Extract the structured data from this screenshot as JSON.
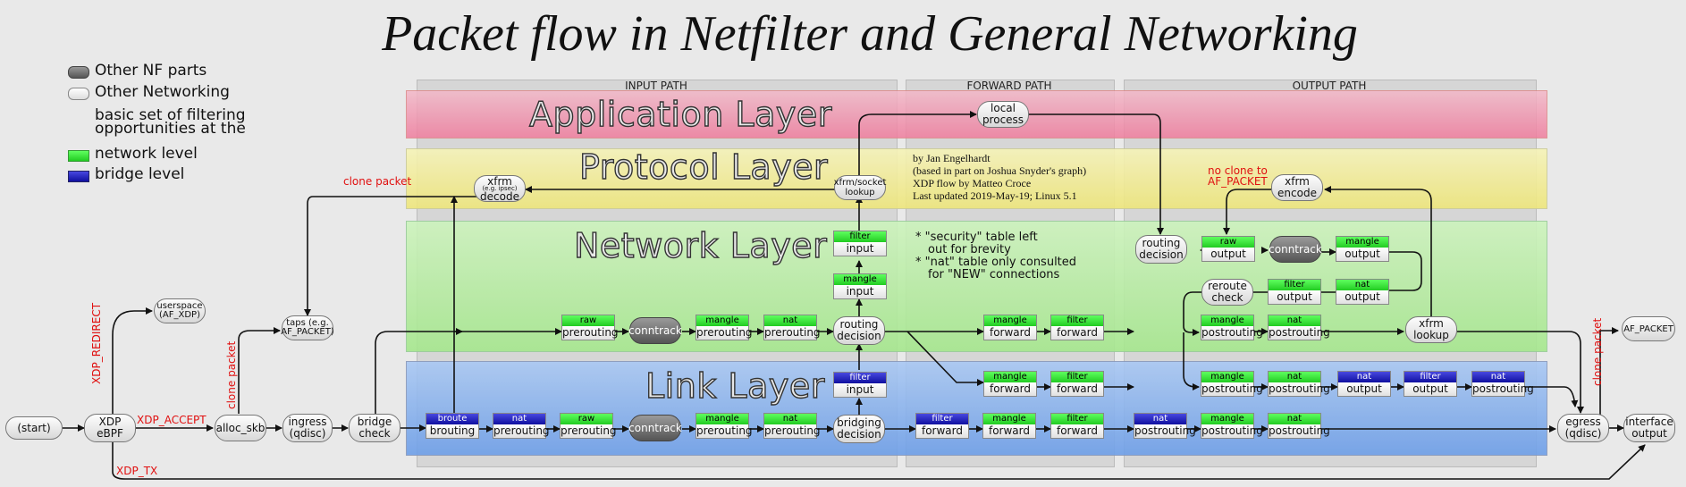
{
  "title": "Packet flow in Netfilter and General Networking",
  "paths": {
    "input": "INPUT PATH",
    "forward": "FORWARD PATH",
    "output": "OUTPUT PATH"
  },
  "layers": {
    "application": "Application Layer",
    "protocol": "Protocol Layer",
    "network": "Network Layer",
    "link": "Link Layer"
  },
  "legend": {
    "nf_parts": "Other NF parts",
    "networking": "Other Networking",
    "filter_line1": "basic set of filtering",
    "filter_line2": "opportunities at the",
    "network_level": "network level",
    "bridge_level": "bridge level"
  },
  "credits": [
    "by Jan Engelhardt",
    "(based in part on Joshua Snyder's graph)",
    "XDP flow by Matteo Croce",
    "Last updated 2019-May-19; Linux 5.1"
  ],
  "notes": [
    "* \"security\" table left",
    "out for brevity",
    "* \"nat\" table only consulted",
    "for \"NEW\" connections"
  ],
  "red_labels": {
    "clone_packet": "clone packet",
    "xdp_redirect": "XDP_REDIRECT",
    "xdp_accept": "XDP_ACCEPT",
    "xdp_tx": "XDP_TX",
    "no_clone_1": "no clone to",
    "no_clone_2": "AF_PACKET"
  },
  "nodes": {
    "start": "(start)",
    "xdp_1": "XDP",
    "xdp_2": "eBPF",
    "userspace_1": "userspace",
    "userspace_2": "(AF_XDP)",
    "alloc_skb": "alloc_skb",
    "ingress_1": "ingress",
    "ingress_2": "(qdisc)",
    "taps_1": "taps (e.g.",
    "taps_2": "AF_PACKET)",
    "bridge_1": "bridge",
    "bridge_2": "check",
    "xfrm_decode_1": "xfrm",
    "xfrm_decode_s": "(e.g. ipsec)",
    "xfrm_decode_2": "decode",
    "xfrm_lookup_1": "xfrm/socket",
    "xfrm_lookup_2": "lookup",
    "local_1": "local",
    "local_2": "process",
    "conntrack": "conntrack",
    "routing_1": "routing",
    "routing_2": "decision",
    "bridging_1": "bridging",
    "bridging_2": "decision",
    "xfrm_encode_1": "xfrm",
    "xfrm_encode_2": "encode",
    "reroute_1": "reroute",
    "reroute_2": "check",
    "xfrm_out_1": "xfrm",
    "xfrm_out_2": "lookup",
    "egress_1": "egress",
    "egress_2": "(qdisc)",
    "iface_1": "interface",
    "iface_2": "output",
    "af_packet": "AF_PACKET"
  },
  "tables": {
    "raw": "raw",
    "mangle": "mangle",
    "nat": "nat",
    "filter": "filter",
    "broute": "broute",
    "prerouting": "prerouting",
    "input": "input",
    "forward": "forward",
    "output": "output",
    "postrouting": "postrouting",
    "brouting": "brouting"
  },
  "colors": {
    "app": "#f2a8bc",
    "proto": "#f3ef9c",
    "net": "#b8eea0",
    "link": "#8db4ee",
    "green": "#22cc22",
    "blue": "#1010a0",
    "red": "#e01010"
  }
}
